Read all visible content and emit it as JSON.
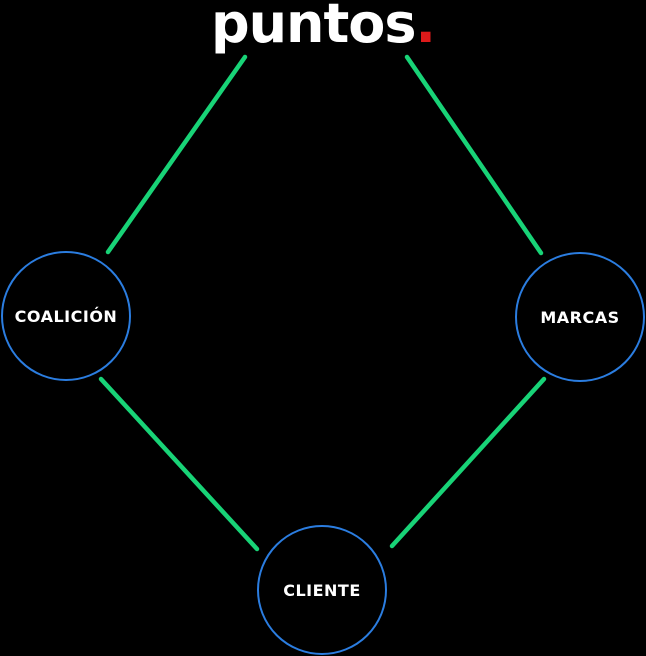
{
  "logo": {
    "wordmark": "puntos",
    "dot": "."
  },
  "nodes": [
    {
      "id": "coalicion",
      "label": "COALICIÓN"
    },
    {
      "id": "marcas",
      "label": "MARCAS"
    },
    {
      "id": "cliente",
      "label": "CLIENTE"
    }
  ],
  "colors": {
    "background": "#000000",
    "edge": "#18d377",
    "node_border": "#2b7de0",
    "node_label": "#ffffff",
    "logo_text": "#ffffff",
    "logo_dot": "#dd1a1a"
  }
}
